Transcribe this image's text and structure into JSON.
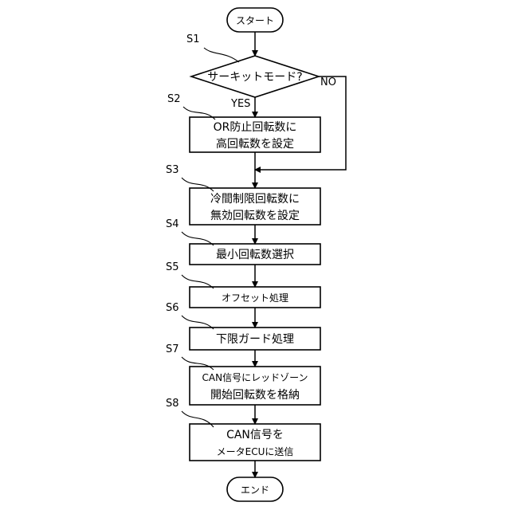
{
  "start": "スタート",
  "decision": {
    "label": "S1",
    "text": "サーキットモード?",
    "yes": "YES",
    "no": "NO"
  },
  "steps": [
    {
      "label": "S2",
      "lines": [
        "OR防止回転数に",
        "高回転数を設定"
      ]
    },
    {
      "label": "S3",
      "lines": [
        "冷間制限回転数に",
        "無効回転数を設定"
      ]
    },
    {
      "label": "S4",
      "lines": [
        "最小回転数選択"
      ]
    },
    {
      "label": "S5",
      "lines": [
        "オフセット処理"
      ]
    },
    {
      "label": "S6",
      "lines": [
        "下限ガード処理"
      ]
    },
    {
      "label": "S7",
      "lines": [
        "CAN信号にレッドゾーン",
        "開始回転数を格納"
      ]
    },
    {
      "label": "S8",
      "lines": [
        "CAN信号を",
        "メータECUに送信"
      ]
    }
  ],
  "end": "エンド"
}
